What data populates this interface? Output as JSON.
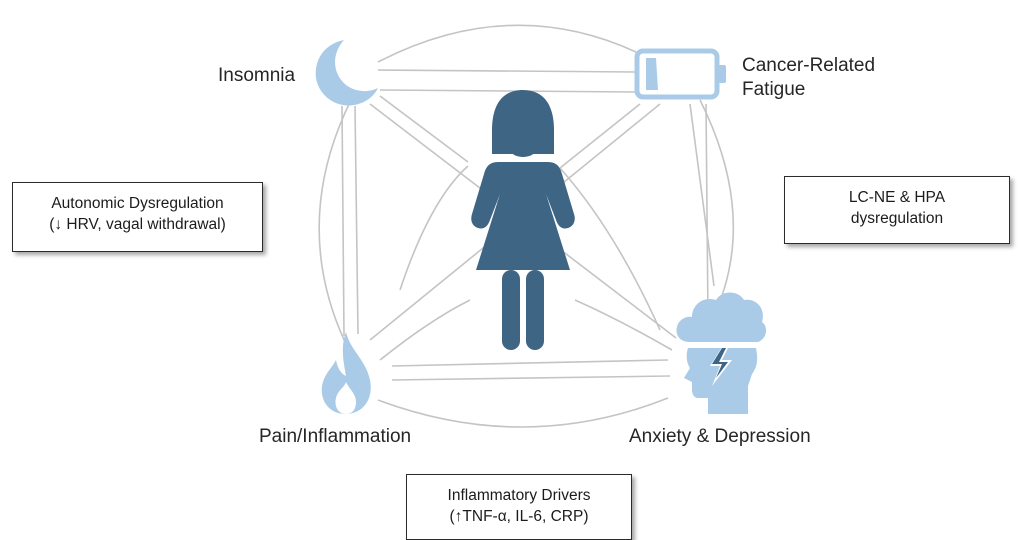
{
  "nodes": {
    "insomnia": "Insomnia",
    "fatigue_line1": "Cancer-Related",
    "fatigue_line2": "Fatigue",
    "pain": "Pain/Inflammation",
    "anxiety": "Anxiety & Depression"
  },
  "boxes": {
    "autonomic": {
      "line1": "Autonomic Dysregulation",
      "line2": "(↓ HRV, vagal withdrawal)"
    },
    "lcne": {
      "line1": "LC-NE & HPA",
      "line2": "dysregulation"
    },
    "inflammatory": {
      "line1": "Inflammatory Drivers",
      "line2": "(↑TNF-α, IL-6, CRP)"
    }
  },
  "colors": {
    "person": "#3f6585",
    "icon_light": "#a9cbe7",
    "connector": "#c4c4c4"
  },
  "icons": [
    "crescent-moon-icon",
    "low-battery-icon",
    "flame-icon",
    "storm-cloud-head-icon",
    "woman-figure-icon"
  ]
}
